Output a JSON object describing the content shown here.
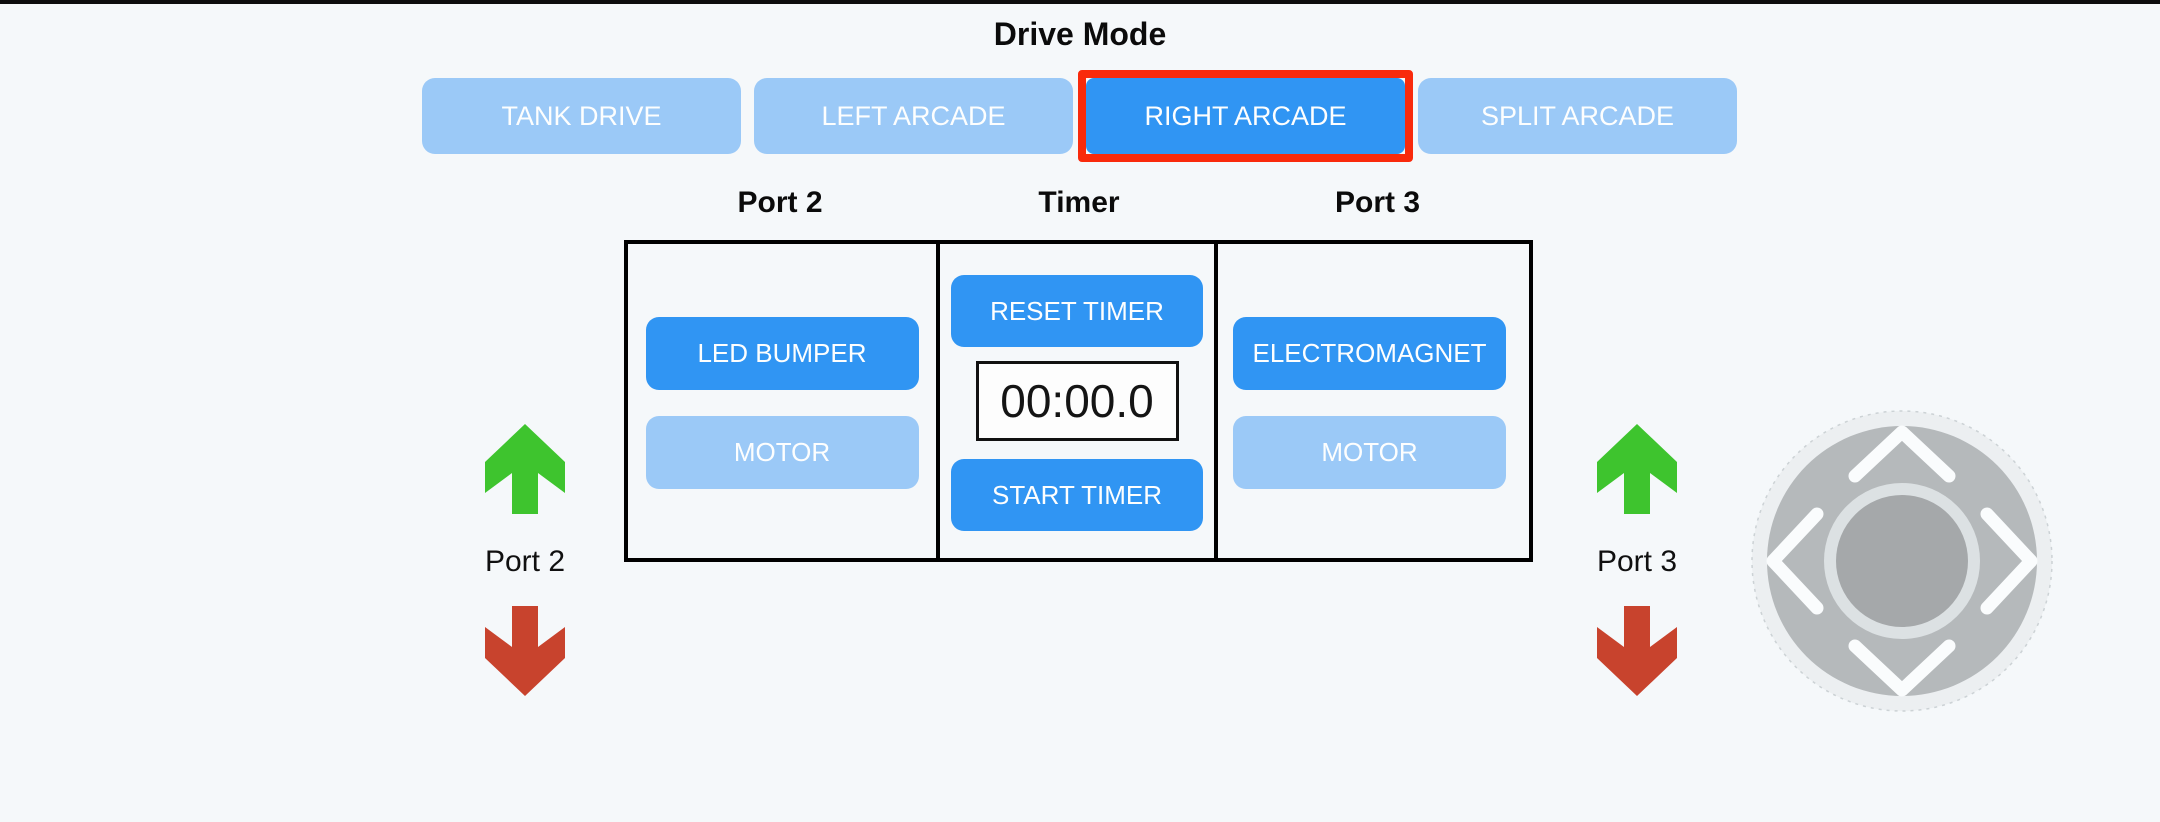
{
  "drive_mode": {
    "title": "Drive Mode",
    "selected": "RIGHT ARCADE",
    "buttons": [
      {
        "label": "TANK DRIVE",
        "active": false
      },
      {
        "label": "LEFT ARCADE",
        "active": false
      },
      {
        "label": "RIGHT ARCADE",
        "active": true
      },
      {
        "label": "SPLIT ARCADE",
        "active": false
      }
    ]
  },
  "panel": {
    "port2": {
      "header": "Port 2",
      "buttons": [
        {
          "label": "LED BUMPER",
          "active": true
        },
        {
          "label": "MOTOR",
          "active": false
        }
      ]
    },
    "timer": {
      "header": "Timer",
      "reset_button": "RESET TIMER",
      "display": "00:00.0",
      "start_button": "START TIMER"
    },
    "port3": {
      "header": "Port 3",
      "buttons": [
        {
          "label": "ELECTROMAGNET",
          "active": true
        },
        {
          "label": "MOTOR",
          "active": false
        }
      ]
    }
  },
  "port_updown": {
    "left": {
      "label": "Port 2",
      "up_icon": "up-arrow-icon",
      "down_icon": "down-arrow-icon"
    },
    "right": {
      "label": "Port 3",
      "up_icon": "up-arrow-icon",
      "down_icon": "down-arrow-icon"
    }
  },
  "joystick": {
    "chevrons": [
      "up",
      "left",
      "right",
      "down"
    ]
  },
  "colors": {
    "background": "#f5f8fa",
    "active_blue": "#3095f3",
    "inactive_blue": "#9bc9f7",
    "selected_outline_red": "#f92a0c",
    "up_arrow_green": "#3ec42e",
    "down_arrow_red": "#c8432d",
    "panel_border": "#000000",
    "joystick_body": "#b5b9bb",
    "joystick_knob": "#a5a8aa"
  }
}
